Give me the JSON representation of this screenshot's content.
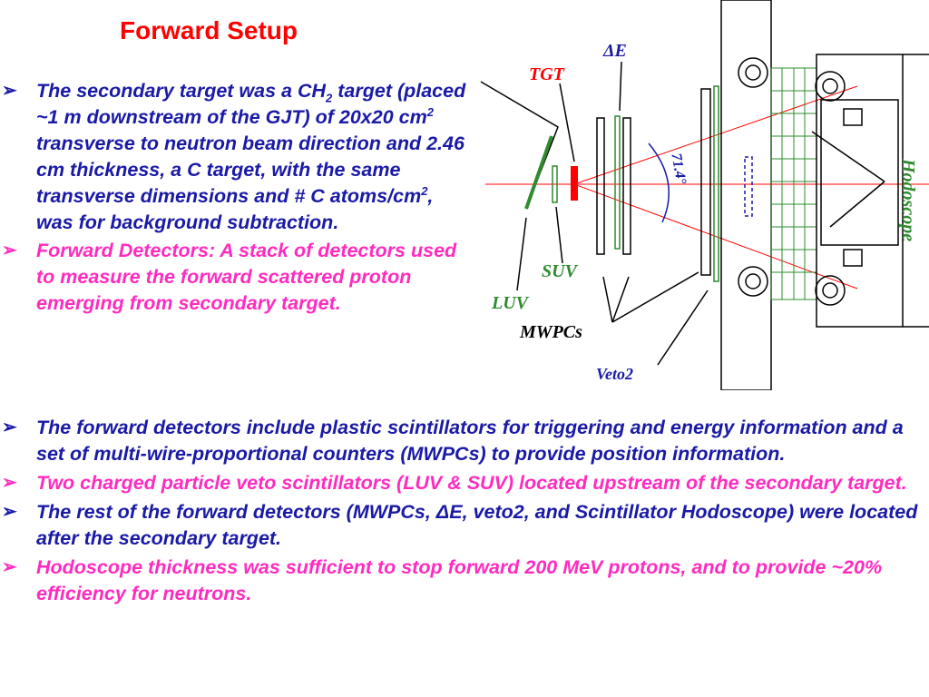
{
  "title": "Forward Setup",
  "bullets_top": [
    {
      "color": "blue",
      "t1": "The secondary target was a CH",
      "sub": "2",
      "t2": " target (placed ~1 m downstream of the GJT) of 20x20 cm",
      "sup1": "2",
      "t3": " transverse  to neutron beam direction and 2.46 cm thickness, a C target, with the same transverse dimensions and # C atoms/cm",
      "sup2": "2",
      "t4": ", was for background subtraction."
    },
    {
      "color": "magenta",
      "text": "Forward Detectors:  A stack of detectors used to measure the forward scattered proton emerging from secondary target."
    }
  ],
  "bullets_bottom": [
    {
      "color": "blue",
      "text": "The forward detectors include plastic scintillators for triggering and energy information and a set of multi-wire-proportional counters (MWPCs) to provide position information."
    },
    {
      "color": "magenta",
      "text": "Two charged particle veto scintillators (LUV & SUV) located upstream of the secondary target."
    },
    {
      "color": "blue",
      "text": "The rest of the forward detectors (MWPCs, ΔE, veto2, and Scintillator Hodoscope) were located after the secondary target."
    },
    {
      "color": "magenta",
      "text": "Hodoscope thickness was sufficient to stop forward 200 MeV protons, and to provide ~20% efficiency for neutrons."
    }
  ],
  "bullet_glyph": "➢",
  "diagram": {
    "labels": {
      "tgt": "TGT",
      "delta_e": "ΔE",
      "angle": "71.4°",
      "hodoscope": "Hodoscope",
      "suv": "SUV",
      "luv": "LUV",
      "mwpcs": "MWPCs",
      "veto2": "Veto2"
    },
    "colors": {
      "tgt": "#ff0000",
      "delta_e": "#1a1aa6",
      "angle": "#1a1aa6",
      "hodoscope": "#2e8b2e",
      "suv": "#2e8b2e",
      "luv": "#2e8b2e",
      "mwpcs": "#000000",
      "veto2": "#1a1aa6"
    }
  }
}
